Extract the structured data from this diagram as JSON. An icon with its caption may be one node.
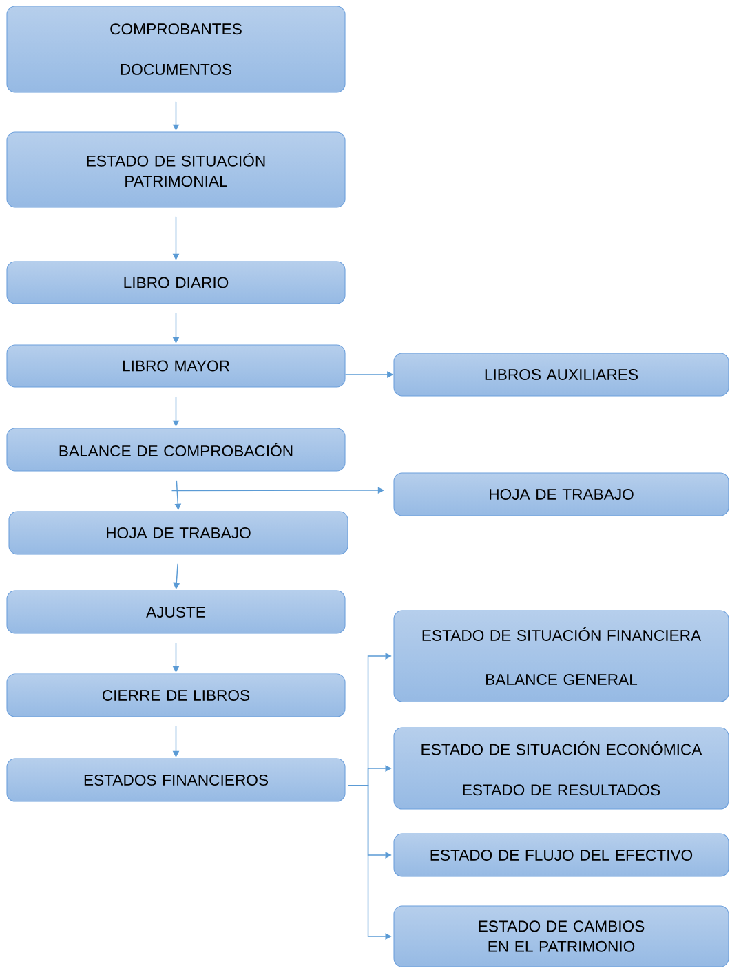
{
  "diagram": {
    "nodes": [
      {
        "text": [
          "COMPROBANTES",
          "DOCUMENTOS"
        ]
      },
      {
        "text": [
          "ESTADO DE SITUACIÓN PATRIMONIAL"
        ]
      },
      {
        "text": [
          "LIBRO DIARIO"
        ]
      },
      {
        "text": [
          "LIBRO MAYOR"
        ]
      },
      {
        "text": [
          "LIBROS AUXILIARES"
        ]
      },
      {
        "text": [
          "BALANCE DE COMPROBACIÓN"
        ]
      },
      {
        "text": [
          "HOJA DE TRABAJO"
        ]
      },
      {
        "text": [
          "HOJA DE TRABAJO"
        ]
      },
      {
        "text": [
          "AJUSTE"
        ]
      },
      {
        "text": [
          "CIERRE DE LIBROS"
        ]
      },
      {
        "text": [
          "ESTADOS FINANCIEROS"
        ]
      },
      {
        "text": [
          "ESTADO DE SITUACIÓN FINANCIERA",
          "BALANCE GENERAL"
        ]
      },
      {
        "text": [
          "ESTADO DE SITUACIÓN ECONÓMICA",
          "ESTADO DE RESULTADOS"
        ]
      },
      {
        "text": [
          "ESTADO DE FLUJO DEL EFECTIVO"
        ]
      },
      {
        "text": [
          "ESTADO DE CAMBIOS EN EL PATRIMONIO"
        ]
      }
    ],
    "edges": [
      {
        "from": 0,
        "to": 1,
        "arrow": "to"
      },
      {
        "from": 1,
        "to": 2,
        "arrow": "to"
      },
      {
        "from": 2,
        "to": 3,
        "arrow": "to"
      },
      {
        "from": 3,
        "to": 4,
        "arrow": "to"
      },
      {
        "from": 3,
        "to": 5,
        "arrow": "to"
      },
      {
        "from": 5,
        "to": 7,
        "arrow": "to"
      },
      {
        "from": 5,
        "to": 6,
        "arrow": "to"
      },
      {
        "from": 7,
        "to": 8,
        "arrow": "to"
      },
      {
        "from": 8,
        "to": 9,
        "arrow": "to"
      },
      {
        "from": 9,
        "to": 10,
        "arrow": "to"
      },
      {
        "from": 10,
        "to": 11,
        "arrow": "to"
      },
      {
        "from": 10,
        "to": 12,
        "arrow": "to"
      },
      {
        "from": 10,
        "to": 13,
        "arrow": "to"
      },
      {
        "from": 10,
        "to": 14,
        "arrow": "to"
      }
    ]
  }
}
